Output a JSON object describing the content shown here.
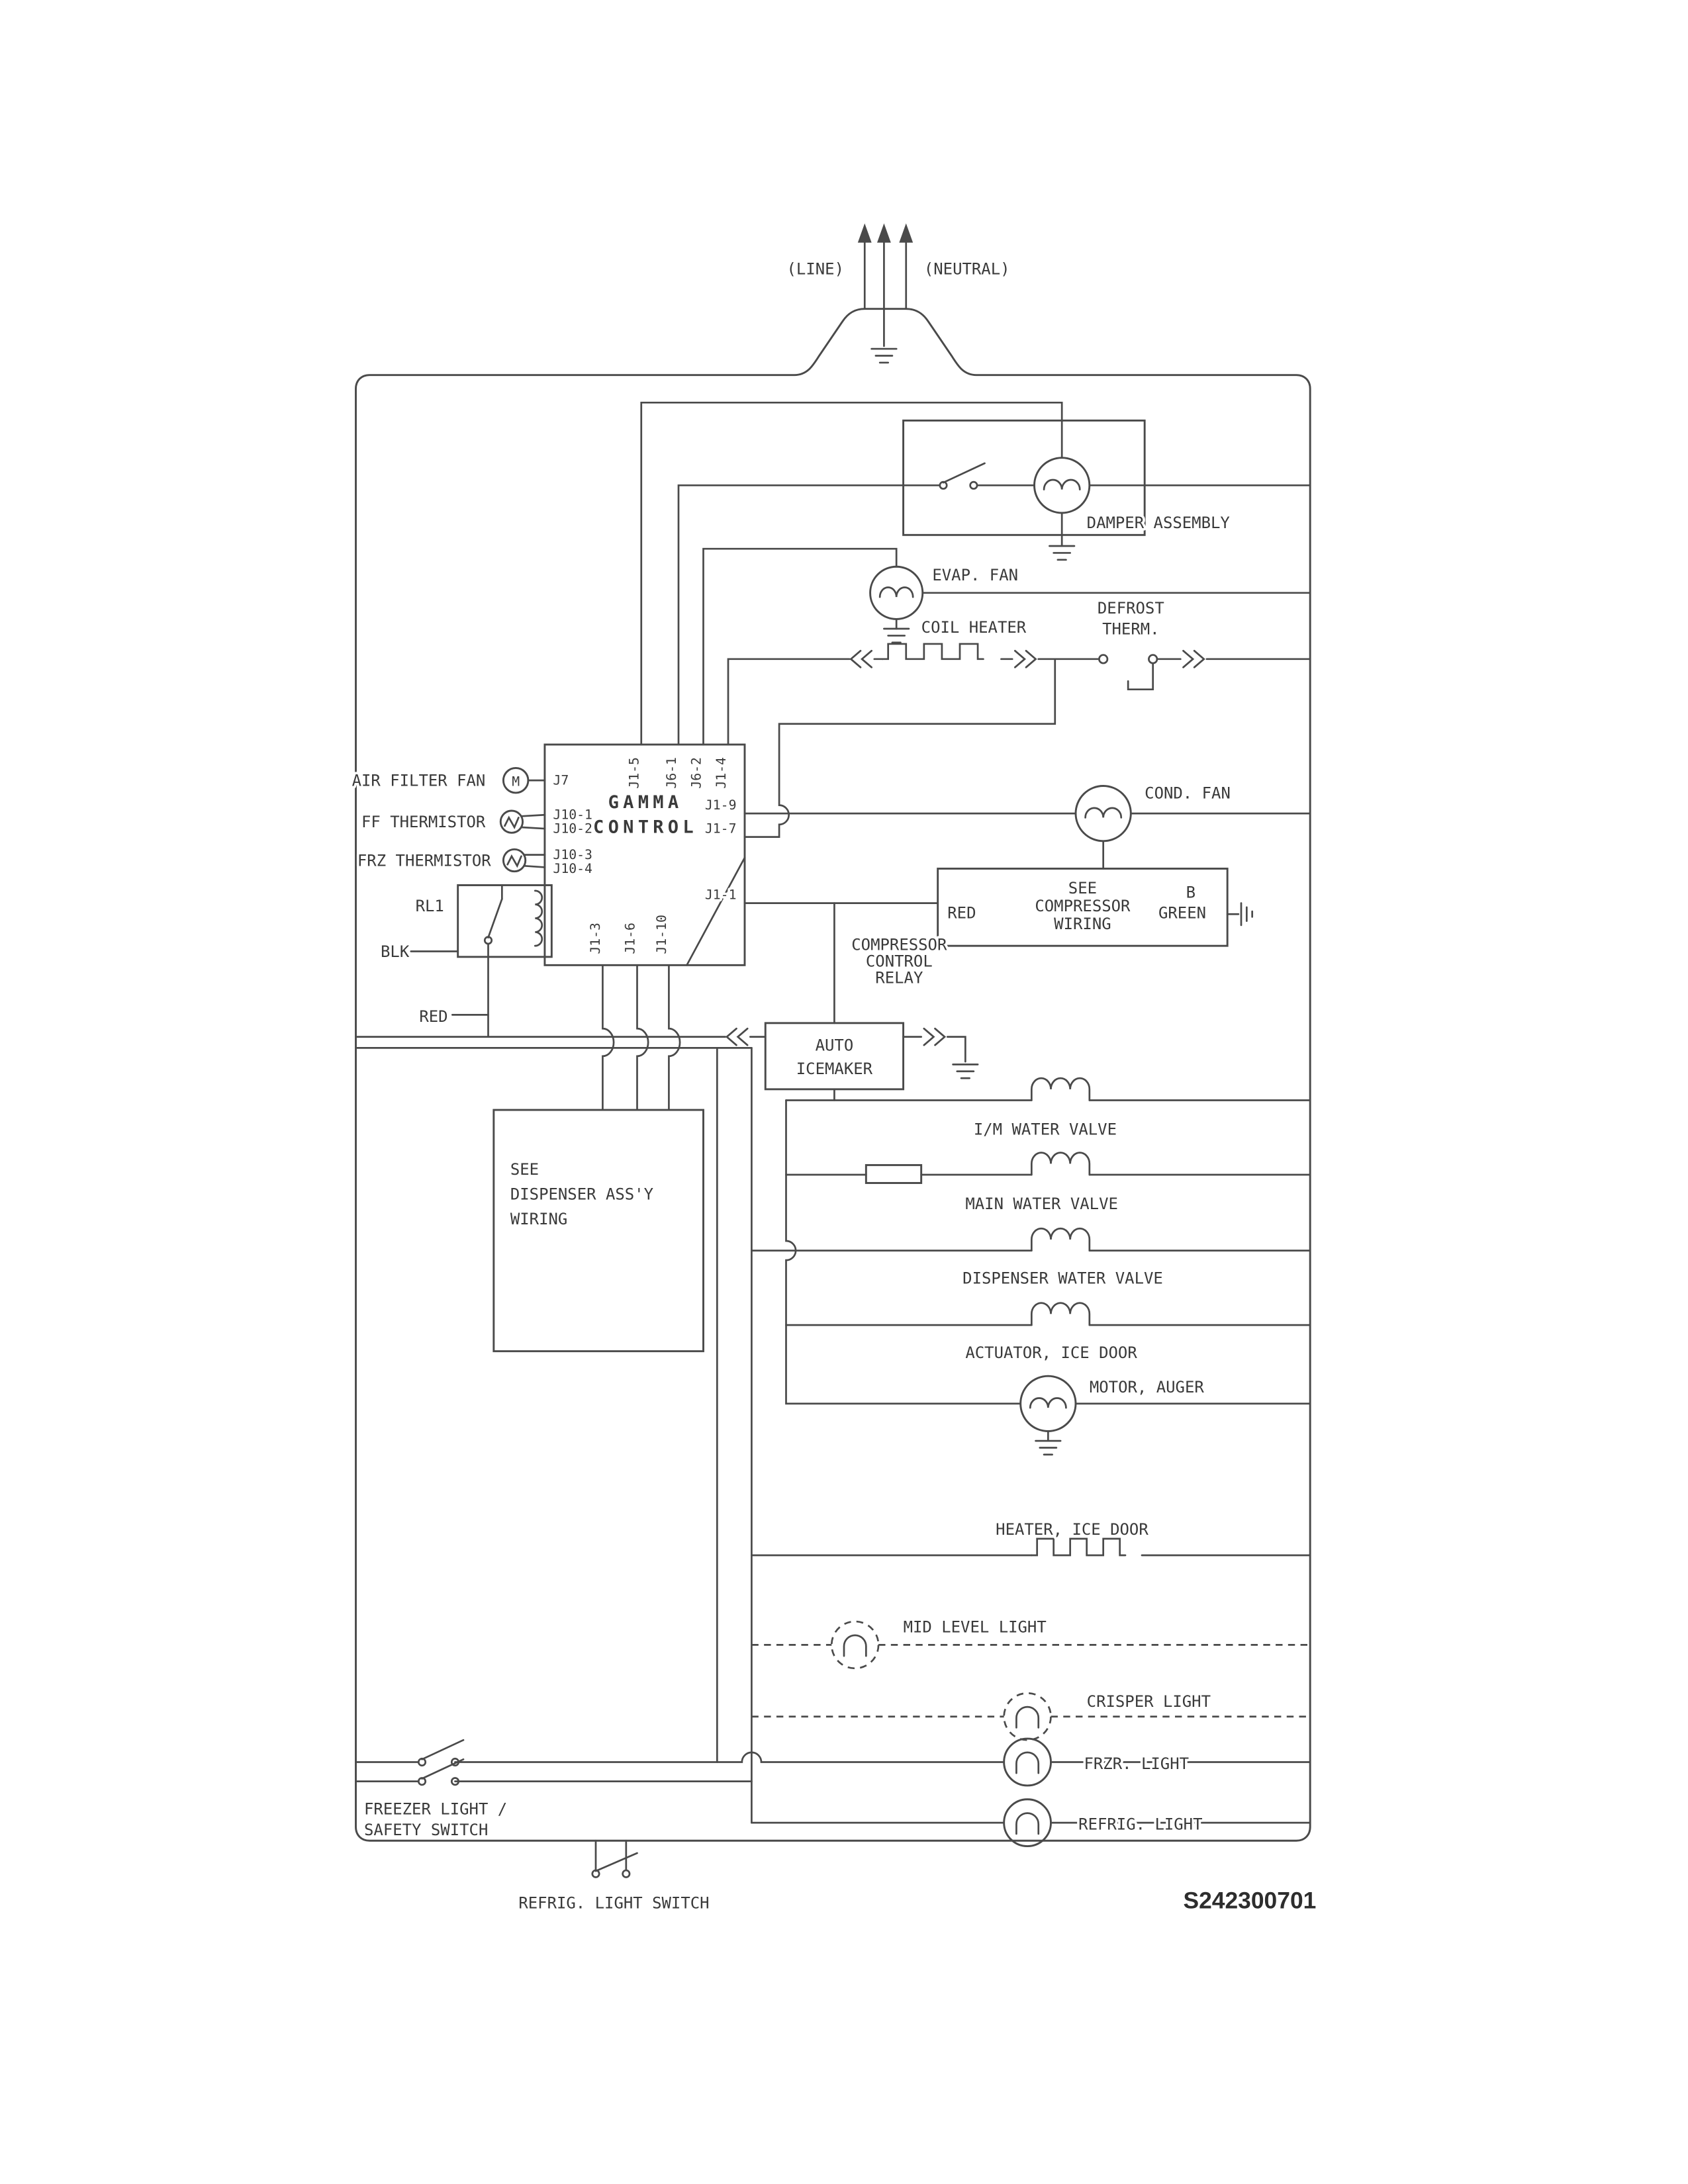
{
  "page": {
    "part_number": "S242300701"
  },
  "power": {
    "line_label": "(LINE)",
    "neutral_label": "(NEUTRAL)"
  },
  "labels": {
    "damper_assembly": "DAMPER ASSEMBLY",
    "evap_fan": "EVAP. FAN",
    "coil_heater": "COIL HEATER",
    "defrost_therm_1": "DEFROST",
    "defrost_therm_2": "THERM.",
    "air_filter_fan": "AIR FILTER FAN",
    "ff_thermistor": "FF THERMISTOR",
    "frz_thermistor": "FRZ THERMISTOR",
    "rl1": "RL1",
    "blk": "BLK",
    "red": "RED",
    "gamma_1": "GAMMA",
    "gamma_2": "CONTROL",
    "cond_fan": "COND. FAN",
    "see_compressor_1": "SEE",
    "see_compressor_2": "COMPRESSOR",
    "see_compressor_3": "WIRING",
    "compressor_red": "RED",
    "compressor_b": "B",
    "compressor_green": "GREEN",
    "compressor_relay_1": "COMPRESSOR",
    "compressor_relay_2": "CONTROL",
    "compressor_relay_3": "RELAY",
    "auto_icemaker_1": "AUTO",
    "auto_icemaker_2": "ICEMAKER",
    "im_water_valve": "I/M WATER VALVE",
    "main_water_valve": "MAIN WATER VALVE",
    "dispenser_water_valve": "DISPENSER WATER VALVE",
    "actuator_ice_door": "ACTUATOR, ICE DOOR",
    "motor_auger": "MOTOR, AUGER",
    "see_dispenser_1": "SEE",
    "see_dispenser_2": "DISPENSER ASS'Y",
    "see_dispenser_3": "WIRING",
    "heater_ice_door": "HEATER, ICE DOOR",
    "mid_level_light": "MID LEVEL LIGHT",
    "crisper_light": "CRISPER LIGHT",
    "frzr_light": "FRZR. LIGHT",
    "refrig_light": "REFRIG. LIGHT",
    "freezer_safety_1": "FREEZER LIGHT /",
    "freezer_safety_2": "SAFETY SWITCH",
    "refrig_light_switch": "REFRIG. LIGHT SWITCH",
    "motor_m": "M"
  },
  "pins": {
    "j7": "J7",
    "j10_1": "J10-1",
    "j10_2": "J10-2",
    "j10_3": "J10-3",
    "j10_4": "J10-4",
    "j1_5": "J1-5",
    "j6_1": "J6-1",
    "j6_2": "J6-2",
    "j1_4": "J1-4",
    "j1_9": "J1-9",
    "j1_7": "J1-7",
    "j1_1": "J1-1",
    "j1_3": "J1-3",
    "j1_6": "J1-6",
    "j1_10": "J1-10"
  },
  "colors": {
    "line": "#4a4a4a",
    "text": "#3a3a3a",
    "background": "#ffffff"
  }
}
